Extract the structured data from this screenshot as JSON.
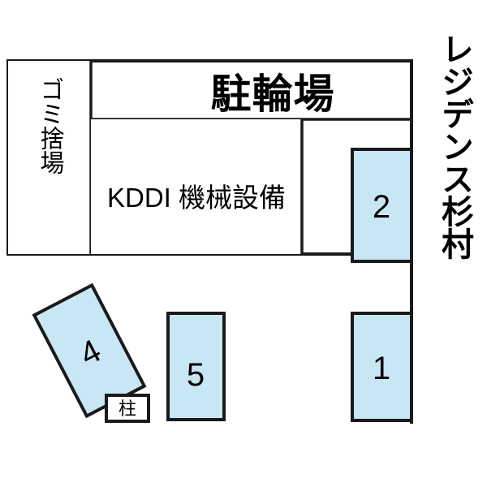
{
  "plan": {
    "title": "駐輪場",
    "building_label": "レジデンス杉村",
    "rooms": [
      {
        "id": "gomi",
        "label": "ゴミ捨場",
        "orientation": "vertical"
      },
      {
        "id": "kddi",
        "label": "KDDI 機械設備",
        "orientation": "horizontal"
      },
      {
        "id": "chuurinjou",
        "label": "駐輪場",
        "orientation": "horizontal"
      }
    ],
    "parking_stalls": [
      {
        "id": "stall-1",
        "label": "1"
      },
      {
        "id": "stall-2",
        "label": "2"
      },
      {
        "id": "stall-4",
        "label": "4"
      },
      {
        "id": "stall-5",
        "label": "5"
      }
    ],
    "pillar": {
      "label": "柱"
    },
    "colors": {
      "stall_fill": "#c9e6f5",
      "stroke": "#1a1a1a",
      "background": "#ffffff",
      "text": "#000000"
    }
  }
}
